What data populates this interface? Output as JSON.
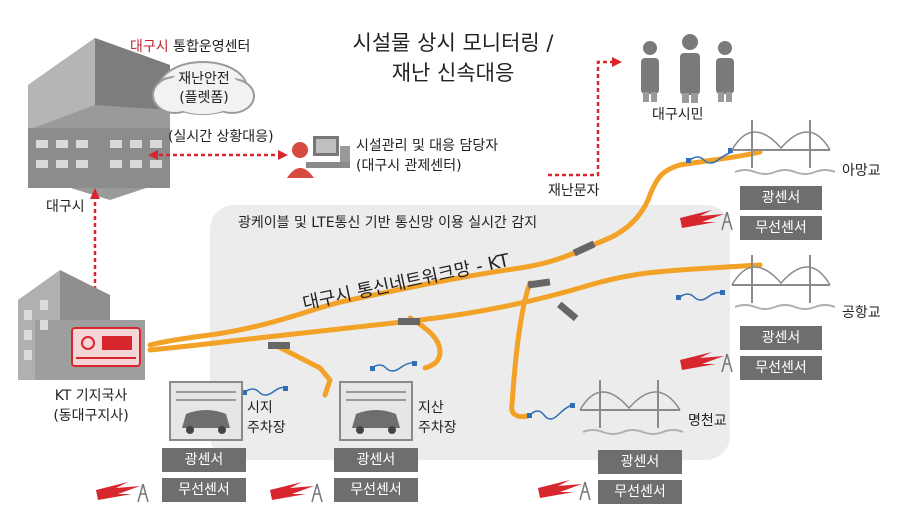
{
  "title": {
    "line1": "시설물 상시 모니터링 /",
    "line2": "재난 신속대응"
  },
  "daegu_center": {
    "city": "대구시",
    "rest": " 통합운영센터"
  },
  "cloud_label": {
    "line1": "재난안전",
    "line2": "(플렛폼)"
  },
  "realtime_response": "(실시간 상황대응)",
  "operator": {
    "line1": "시설관리 및 대응 담당자",
    "line2": "(대구시 관제센터)"
  },
  "daegu_building": "대구시",
  "citizens": "대구시민",
  "sms": "재난문자",
  "network_caption": "광케이블 및 LTE통신 기반 통신망 이용 실시간 감지",
  "network_name": "대구시 통신네트워크망 - KT",
  "kt_station": {
    "line1": "KT 기지국사",
    "line2": "(동대구지사)"
  },
  "sites": [
    {
      "name": "아망교",
      "sensors": [
        "광센서",
        "무선센서"
      ]
    },
    {
      "name": "공항교",
      "sensors": [
        "광센서",
        "무선센서"
      ]
    },
    {
      "name": "명천교",
      "sensors": [
        "광센서",
        "무선센서"
      ]
    },
    {
      "name_line1": "시지",
      "name_line2": "주차장",
      "sensors": [
        "광센서",
        "무선센서"
      ]
    },
    {
      "name_line1": "지산",
      "name_line2": "주차장",
      "sensors": [
        "광센서",
        "무선센서"
      ]
    }
  ],
  "colors": {
    "network": "#f2a227",
    "alert": "#d8262e",
    "sensor_box": "#6e6e6e",
    "building": "#8a8a8a"
  }
}
